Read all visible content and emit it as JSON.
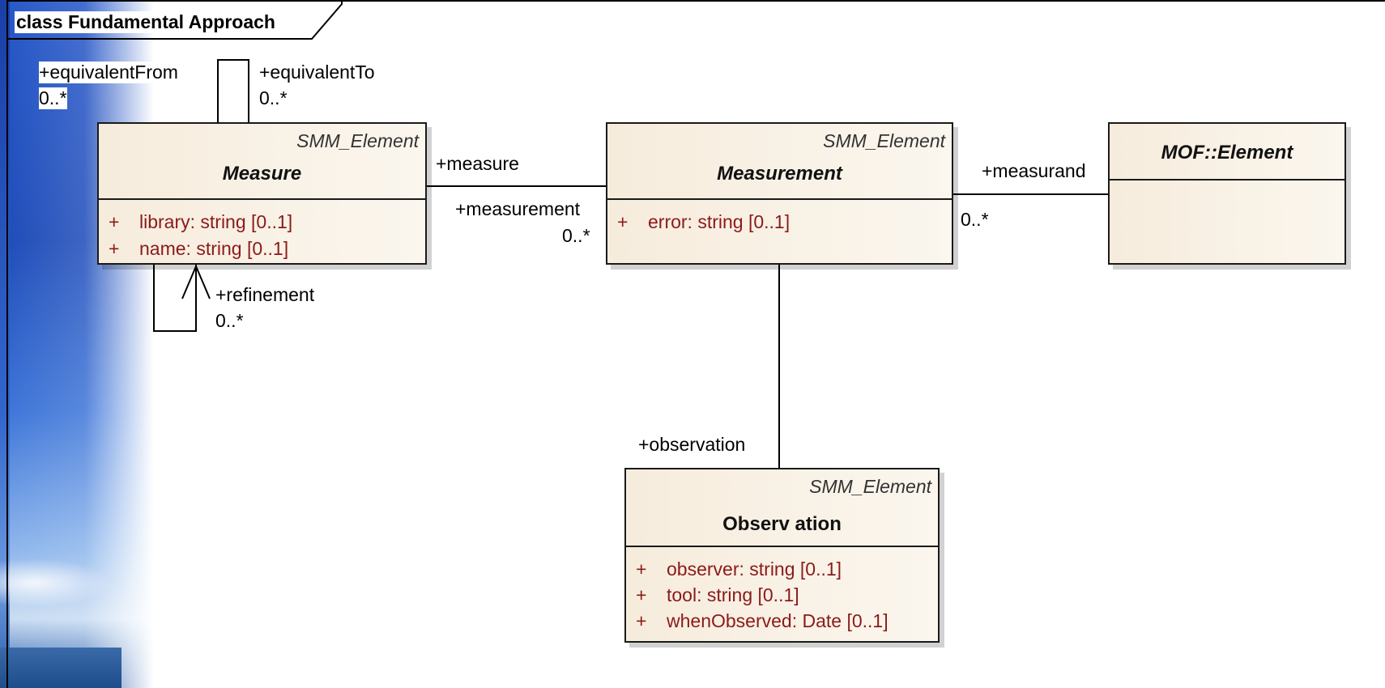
{
  "frame": {
    "title": "class Fundamental Approach"
  },
  "classes": {
    "measure": {
      "stereotype": "SMM_Element",
      "name": "Measure",
      "attributes": [
        {
          "visibility": "+",
          "text": "library:  string [0..1]"
        },
        {
          "visibility": "+",
          "text": "name:  string [0..1]"
        }
      ]
    },
    "measurement": {
      "stereotype": "SMM_Element",
      "name": "Measurement",
      "attributes": [
        {
          "visibility": "+",
          "text": "error:  string [0..1]"
        }
      ]
    },
    "mof_element": {
      "name": "MOF::Element"
    },
    "observation": {
      "stereotype": "SMM_Element",
      "name": "Observ ation",
      "attributes": [
        {
          "visibility": "+",
          "text": "observer:  string [0..1]"
        },
        {
          "visibility": "+",
          "text": "tool:  string [0..1]"
        },
        {
          "visibility": "+",
          "text": "whenObserved:  Date [0..1]"
        }
      ]
    }
  },
  "roles": {
    "equivalent_from": "+equivalentFrom",
    "equivalent_from_mult": "0..*",
    "equivalent_to": "+equivalentTo",
    "equivalent_to_mult": "0..*",
    "refinement": "+refinement",
    "refinement_mult": "0..*",
    "measure": "+measure",
    "measurement": "+measurement",
    "measurement_mult": "0..*",
    "measurand": "+measurand",
    "measurand_mult": "0..*",
    "observation": "+observation"
  }
}
